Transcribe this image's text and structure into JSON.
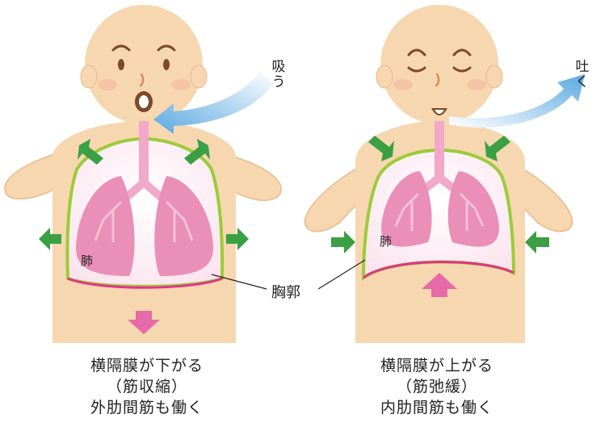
{
  "labels": {
    "inhale": "吸う",
    "exhale": "吐く",
    "lung_left": "肺",
    "lung_right": "肺",
    "ribcage": "胸郭"
  },
  "captions": {
    "left": [
      "横隔膜が下がる",
      "（筋収縮）",
      "外肋間筋も働く"
    ],
    "right": [
      "横隔膜が上がる",
      "（筋弛緩）",
      "内肋間筋も働く"
    ]
  },
  "colors": {
    "skin": "#f7d7b0",
    "skin_outline": "#e9b98c",
    "lung": "#ea8fb8",
    "trachea": "#f2a8c8",
    "ribcage_line": "#9ccb3a",
    "diaphragm": "#e3338b",
    "arrow_green": "#3aa043",
    "arrow_pink": "#e76aa8",
    "air": "#5aa8e0"
  },
  "icons": {
    "expand_arrows": "green-arrow-outward-icon",
    "contract_arrows": "green-arrow-inward-icon",
    "diaphragm_down": "pink-arrow-down-icon",
    "diaphragm_up": "pink-arrow-up-icon"
  }
}
